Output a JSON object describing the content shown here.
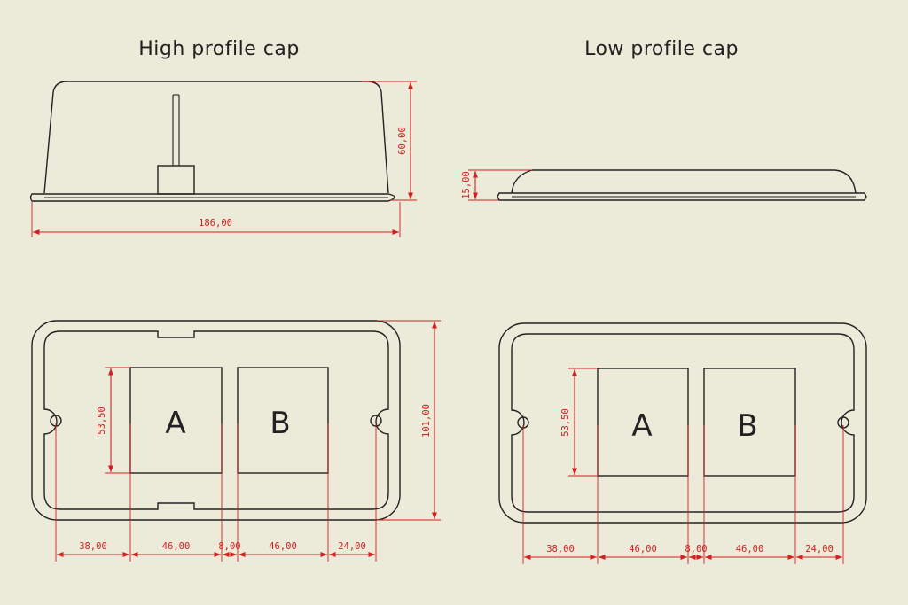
{
  "titles": {
    "high_profile": "High profile cap",
    "low_profile": "Low profile cap"
  },
  "high_profile_side": {
    "width": "186,00",
    "height": "60,00"
  },
  "low_profile_side": {
    "height": "15,00"
  },
  "high_profile_top": {
    "slot_height": "53,50",
    "overall_height": "101,00",
    "slot_a": "A",
    "slot_b": "B",
    "bottom_dims": [
      "38,00",
      "46,00",
      "8,00",
      "46,00",
      "24,00"
    ]
  },
  "low_profile_top": {
    "slot_height": "53,50",
    "slot_a": "A",
    "slot_b": "B",
    "bottom_dims": [
      "38,00",
      "46,00",
      "8,00",
      "46,00",
      "24,00"
    ]
  },
  "colors": {
    "background": "#ecead9",
    "outline": "#222222",
    "dimension": "#d42020"
  }
}
